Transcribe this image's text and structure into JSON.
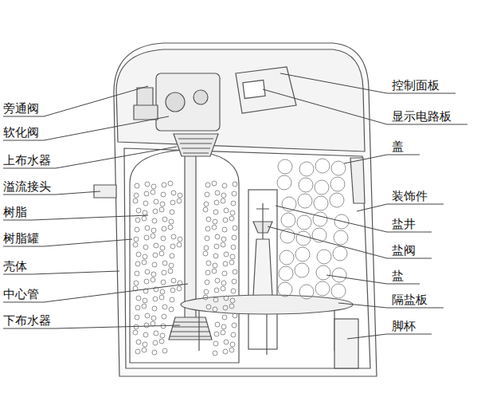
{
  "diagram": {
    "labels": [
      "旁通阀",
      "软化阀",
      "上布水器",
      "溢流接头",
      "树脂",
      "树脂罐",
      "壳体",
      "中心管",
      "下布水器",
      "控制面板",
      "显示电路板",
      "盖",
      "装饰件",
      "盐井",
      "盐阀",
      "盐",
      "隔盐板",
      "脚杯"
    ]
  }
}
